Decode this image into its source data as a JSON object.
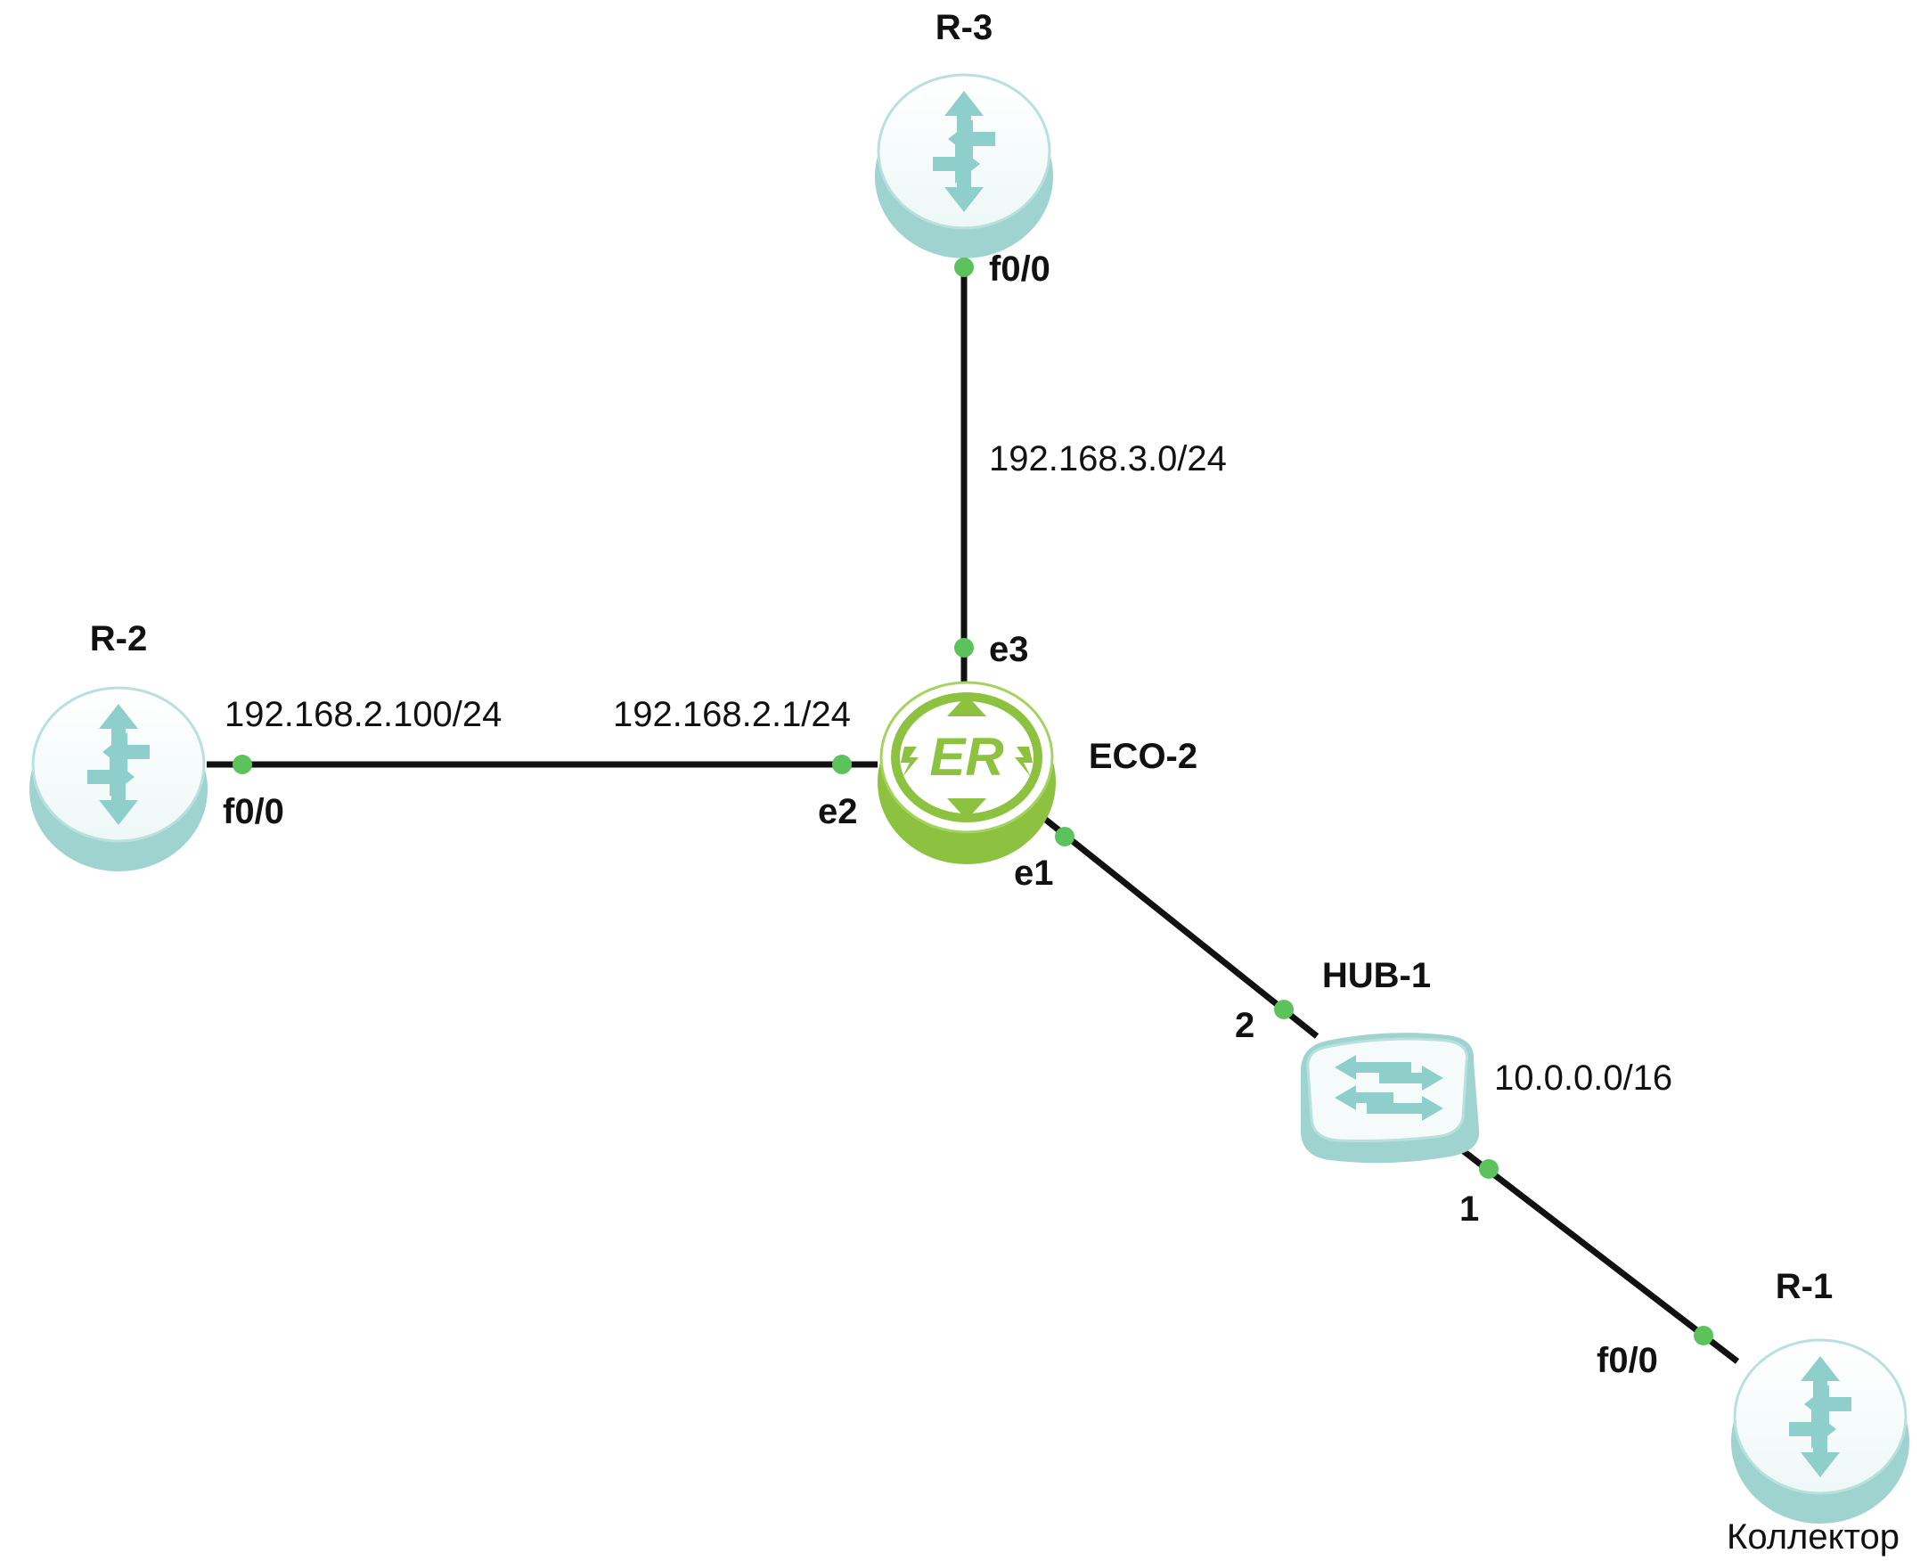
{
  "colors": {
    "router_body": "#9fd3d0",
    "router_face": "#f2fbfa",
    "router_arrow": "#8fcfcb",
    "eco_body": "#8cc23f",
    "eco_face": "#ffffff",
    "port": "#5cc35c",
    "link": "#111111"
  },
  "nodes": {
    "r3": {
      "label": "R-3",
      "icon": "router-icon"
    },
    "r2": {
      "label": "R-2",
      "icon": "router-icon"
    },
    "eco2": {
      "label": "ECO-2",
      "icon": "eco-router-icon",
      "logo": "ER"
    },
    "hub1": {
      "label": "HUB-1",
      "icon": "hub-icon"
    },
    "r1": {
      "label": "R-1",
      "icon": "router-icon",
      "note": "Коллектор"
    }
  },
  "ports": {
    "r3_f00": "f0/0",
    "eco2_e3": "e3",
    "eco2_e2": "e2",
    "eco2_e1": "e1",
    "r2_f00": "f0/0",
    "hub1_p2": "2",
    "hub1_p1": "1",
    "r1_f00": "f0/0"
  },
  "networks": {
    "net_r3": "192.168.3.0/24",
    "r2_ip": "192.168.2.100/24",
    "eco2_e2_ip": "192.168.2.1/24",
    "net_hub": "10.0.0.0/16"
  }
}
